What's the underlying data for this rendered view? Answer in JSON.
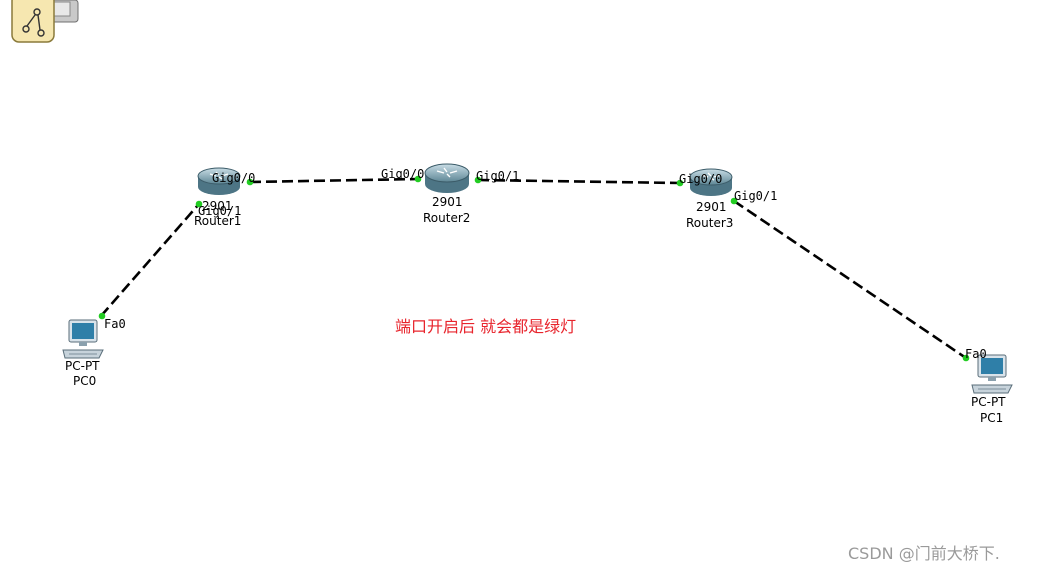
{
  "routers": [
    {
      "id": "router1",
      "model": "2901",
      "name": "Router1"
    },
    {
      "id": "router2",
      "model": "2901",
      "name": "Router2"
    },
    {
      "id": "router3",
      "model": "2901",
      "name": "Router3"
    }
  ],
  "pcs": [
    {
      "id": "pc0",
      "type": "PC-PT",
      "name": "PC0"
    },
    {
      "id": "pc1",
      "type": "PC-PT",
      "name": "PC1"
    }
  ],
  "ports": {
    "r1_g00": "Gig0/0",
    "r1_g01": "Gig0/1",
    "r2_g00": "Gig0/0",
    "r2_g01": "Gig0/1",
    "r3_g00": "Gig0/0",
    "r3_g01": "Gig0/1",
    "pc0_fa0": "Fa0",
    "pc1_fa0": "Fa0"
  },
  "annotation": "端口开启后  就会都是绿灯",
  "watermark": "CSDN @门前大桥下.",
  "colors": {
    "link": "#000000",
    "port_light": "#22cc22",
    "annotation": "#e8242c",
    "watermark": "#9a9a9a"
  },
  "icons": {
    "toolbar": "topology-tool-icon"
  }
}
